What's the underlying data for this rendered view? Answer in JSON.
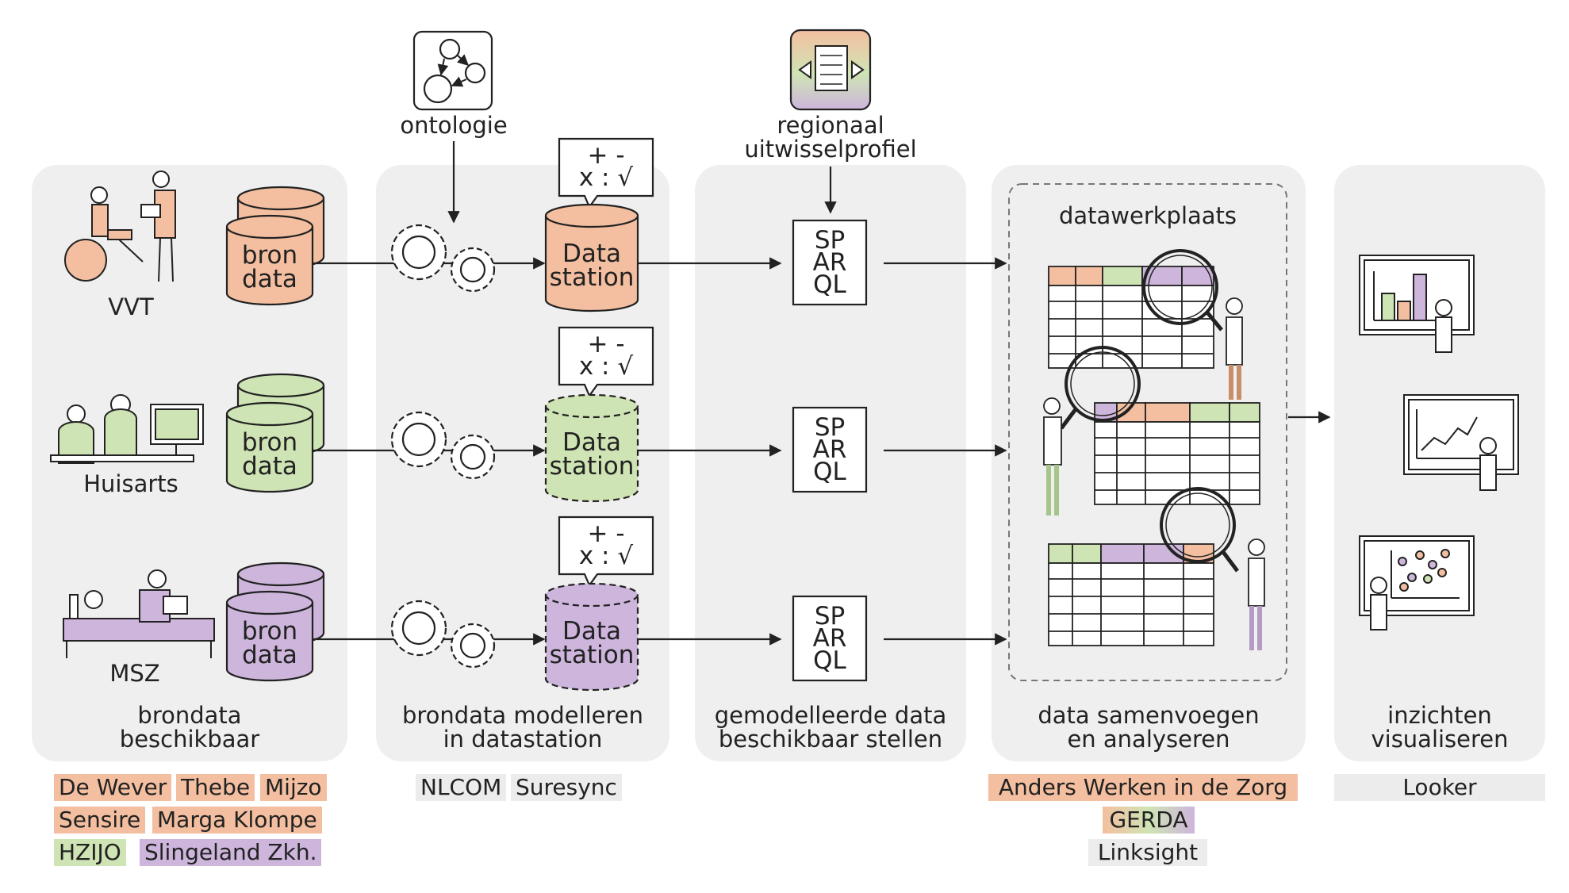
{
  "colors": {
    "vvt": "#f4bfa0",
    "huisarts": "#cfe4b4",
    "msz": "#cdb5dc",
    "column_bg": "#efefef",
    "tool_bg": "#ececec"
  },
  "top": {
    "ontologie": "ontologie",
    "regionaal_line1": "regionaal",
    "regionaal_line2": "uitwisselprofiel"
  },
  "sources": [
    {
      "label": "VVT",
      "db_line1": "bron",
      "db_line2": "data"
    },
    {
      "label": "Huisarts",
      "db_line1": "bron",
      "db_line2": "data"
    },
    {
      "label": "MSZ",
      "db_line1": "bron",
      "db_line2": "data"
    }
  ],
  "station": {
    "line1": "Data",
    "line2": "station"
  },
  "ops": {
    "line1": "+ -",
    "line2": "x : √"
  },
  "sparql": [
    "SP",
    "AR",
    "QL"
  ],
  "datawerkplaats": "datawerkplaats",
  "columns": [
    {
      "line1": "brondata",
      "line2": "beschikbaar"
    },
    {
      "line1": "brondata modelleren",
      "line2": "in datastation"
    },
    {
      "line1": "gemodelleerde data",
      "line2": "beschikbaar stellen"
    },
    {
      "line1": "data samenvoegen",
      "line2": "en analyseren"
    },
    {
      "line1": "inzichten",
      "line2": "visualiseren"
    }
  ],
  "organizations": {
    "vvt": [
      "De Wever",
      "Thebe",
      "Mijzo",
      "Sensire",
      "Marga Klompe"
    ],
    "huisarts": [
      "HZIJO"
    ],
    "msz": [
      "Slingeland Zkh."
    ],
    "datastation_tools": [
      "NLCOM",
      "Suresync"
    ],
    "analysis_tools": [
      "Anders Werken in de Zorg",
      "GERDA",
      "Linksight"
    ],
    "visualisation_tools": [
      "Looker"
    ]
  }
}
